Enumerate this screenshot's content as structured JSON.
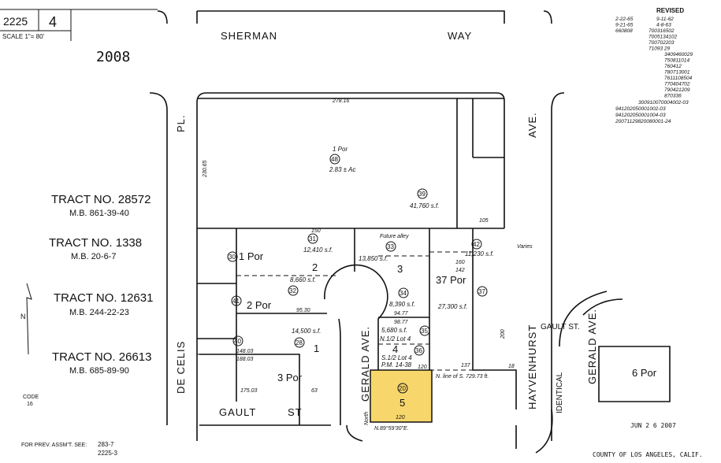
{
  "header": {
    "book": "2225",
    "page": "4",
    "scale": "SCALE 1\"= 80'",
    "year": "2008"
  },
  "revisions": {
    "title": "REVISED",
    "left": [
      "2-22-65",
      "9-21-65",
      "660808"
    ],
    "right": [
      "9-11-62",
      "4-8-63",
      "700316502",
      "7005134102",
      "700702203",
      "71093 29",
      "3409460029",
      "750811014",
      "760412",
      "780713001",
      "7611108504",
      "770404702",
      "790421209",
      "870336",
      "300910070004002-03",
      "941202050001002-03",
      "941202050001004-03",
      "20071129820080001-24"
    ]
  },
  "streets": {
    "sherman": "SHERMAN",
    "way": "WAY",
    "de_celis": "DE CELIS",
    "pl": "PL.",
    "gault": "GAULT",
    "st": "ST",
    "gerald": "GERALD AVE.",
    "havenhurst": "HAYVENHURST",
    "ave": "AVE.",
    "gault_st_right": "GAULT ST.",
    "gerald_right": "GERALD AVE.",
    "identical": "IDENTICAL"
  },
  "tracts": [
    {
      "name": "TRACT NO. 28572",
      "mb": "M.B. 861-39-40"
    },
    {
      "name": "TRACT NO. 1338",
      "mb": "M.B. 20-6-7"
    },
    {
      "name": "TRACT NO. 12631",
      "mb": "M.B. 244-22-23"
    },
    {
      "name": "TRACT NO. 26613",
      "mb": "M.B. 685-89-90"
    }
  ],
  "parcels": {
    "p48": {
      "num": "48",
      "lot": "1 Por",
      "area": "2.83 ± Ac"
    },
    "p39": {
      "num": "39",
      "area": "41,760 s.f."
    },
    "p42": {
      "num": "42",
      "area": "11,230 s.f."
    },
    "p37": {
      "num": "37",
      "lot": "37 Por",
      "area": "27,300 s.f."
    },
    "p30": {
      "num": "30",
      "lot": "1 Por"
    },
    "p31": {
      "num": "31",
      "area": "12,410 s.f."
    },
    "p33": {
      "num": "33",
      "area": "13,850 s.f."
    },
    "p32": {
      "num": "32",
      "lot": "2",
      "area": "8,660 s.f."
    },
    "p34": {
      "num": "34",
      "lot": "3",
      "area": "8,390 s.f."
    },
    "p41": {
      "num": "41",
      "lot": "2 Por"
    },
    "p40": {
      "num": "40"
    },
    "p28": {
      "num": "28",
      "lot": "1",
      "area": "14,500 s.f."
    },
    "p35": {
      "num": "35",
      "area": "5,680 s.f.",
      "note": "N.1/2 Lot 4"
    },
    "p36": {
      "num": "36",
      "lot": "4",
      "note": "S.1/2 Lot 4",
      "pm": "P.M. 14-38"
    },
    "p20": {
      "num": "20",
      "lot": "5"
    },
    "p3": {
      "lot": "3 Por"
    },
    "p6": {
      "lot": "6 Por"
    }
  },
  "dimensions": {
    "top": "278.16",
    "alley": "Future alley",
    "left_depth": "230.65",
    "d120": "120",
    "d137": "137",
    "north_line": "N. line of S. 729.73 ft.",
    "bearing": "N.89°59'30\"E.",
    "d150": "150",
    "d95_30": "95.30",
    "d148": "148.03",
    "d188": "188.03",
    "d175": "175.03",
    "d63": "63",
    "varies": "Varies",
    "d105": "105",
    "d160": "160",
    "d142": "142",
    "d200": "200",
    "d94": "94.77",
    "d98": "98.77",
    "d18": "18",
    "north": "North"
  },
  "map_footer": {
    "code_label": "CODE",
    "code": "16",
    "prev_label": "FOR PREV. ASSM'T. SEE:",
    "prev": [
      "283-7",
      "2225-3"
    ],
    "date": "JUN 2 6 2007",
    "county": "COUNTY OF LOS ANGELES, CALIF."
  },
  "colors": {
    "highlight": "#f7d76b",
    "ink": "#111111"
  }
}
